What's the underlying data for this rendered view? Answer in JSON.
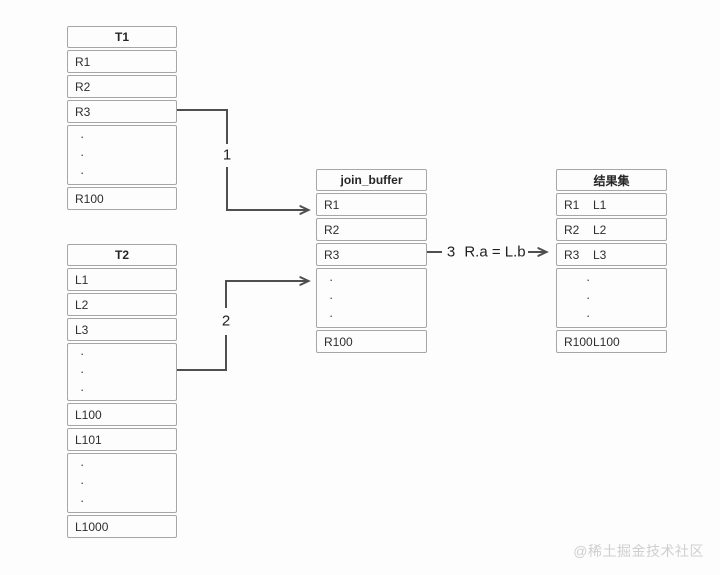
{
  "colors": {
    "background": "#fdfdfd",
    "table_border": "#a6a6a6",
    "arrow": "#4f4f4f",
    "text": "#2e2e2e",
    "watermark": "#cfcfcf"
  },
  "glyphs": {
    "dot": "·"
  },
  "tables": {
    "t1": {
      "title": "T1",
      "rows": [
        "R1",
        "R2",
        "R3",
        "R100"
      ]
    },
    "t2": {
      "title": "T2",
      "rows": [
        "L1",
        "L2",
        "L3",
        "L100",
        "L101",
        "L1000"
      ]
    },
    "join_buffer": {
      "title": "join_buffer",
      "rows": [
        "R1",
        "R2",
        "R3",
        "R100"
      ]
    },
    "result": {
      "title": "结果集",
      "rows": [
        {
          "r": "R1",
          "l": "L1"
        },
        {
          "r": "R2",
          "l": "L2"
        },
        {
          "r": "R3",
          "l": "L3"
        },
        {
          "r": "R100",
          "l": "L100"
        }
      ]
    }
  },
  "arrows": {
    "step1": "1",
    "step2": "2",
    "step3": "3",
    "join_condition": "R.a = L.b"
  },
  "watermark": "@稀土掘金技术社区"
}
